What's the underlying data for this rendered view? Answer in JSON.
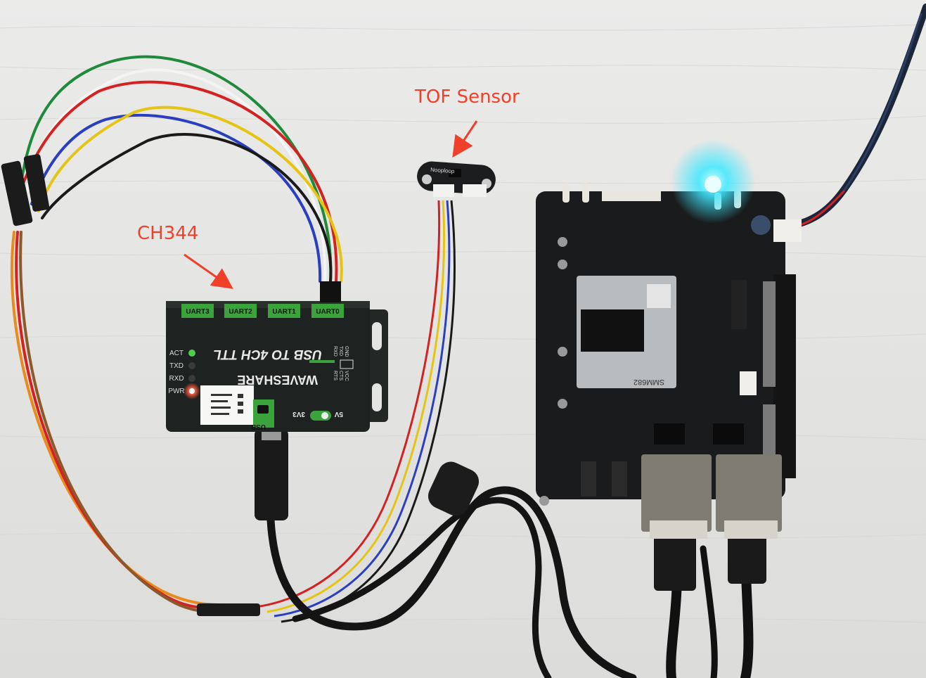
{
  "annotations": {
    "tof_label": "TOF Sensor",
    "ch344_label": "CH344",
    "arrow_color": "#f0402a"
  },
  "usb_ttl_module": {
    "title": "USB TO 4CH TTL",
    "brand": "WAVESHARE",
    "uart_labels": [
      "UART3",
      "UART2",
      "UART1",
      "UART0"
    ],
    "leds": [
      "ACT",
      "TXD",
      "RXD",
      "PWR"
    ],
    "pin_labels_left": [
      "RTS",
      "CTS",
      "VCC"
    ],
    "pin_labels_right": [
      "RXD",
      "TXD",
      "GND"
    ],
    "usb_label": "USB",
    "voltage_left": "3V3",
    "voltage_right": "5V"
  },
  "tof_module": {
    "brand": "Nooploop"
  },
  "dev_board": {
    "som_label": "SMM682"
  },
  "colors": {
    "tabletop": "#e4e4e2",
    "module_body": "#1e2220",
    "uart_tag": "#3aa33c",
    "board": "#1a1b1c",
    "led_glow": "#3fe8ff"
  }
}
